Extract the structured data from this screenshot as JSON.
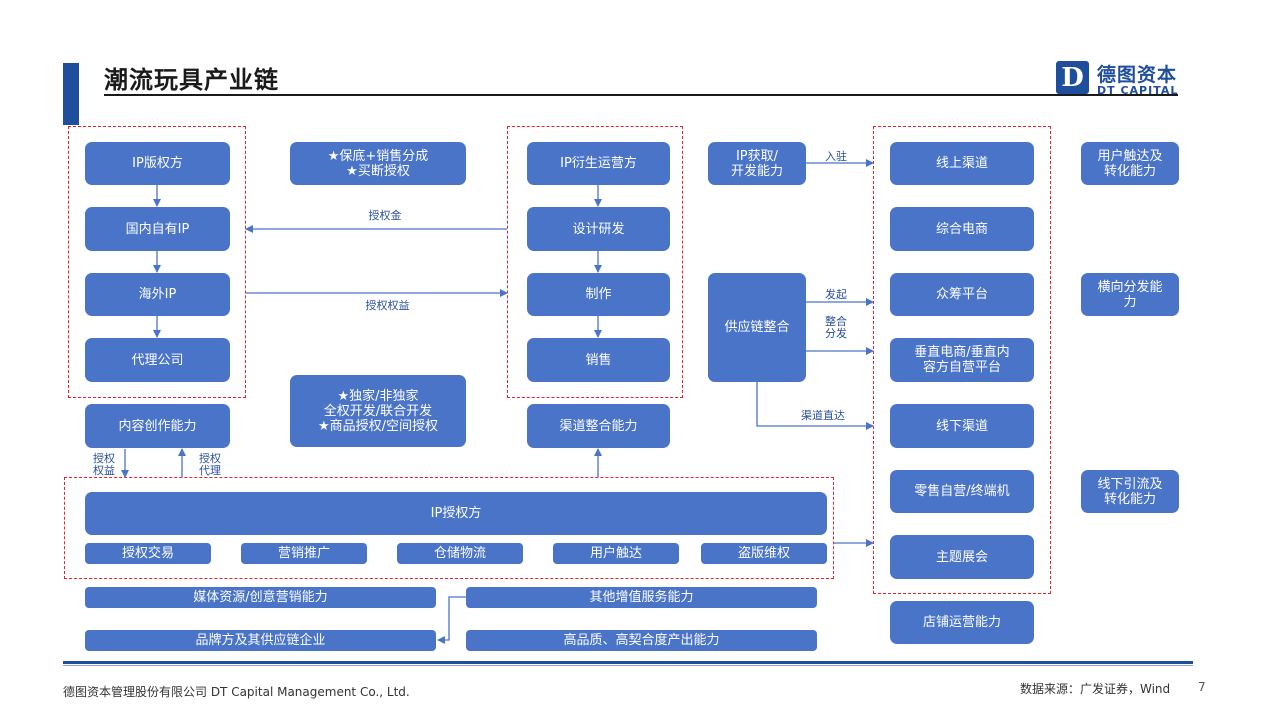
{
  "header": {
    "title": "潮流玩具产业链"
  },
  "logo": {
    "mark": "D",
    "cn": "德图资本",
    "en": "DT CAPITAL"
  },
  "left_col": [
    "IP版权方",
    "国内自有IP",
    "海外IP",
    "代理公司"
  ],
  "left_capability": "内容创作能力",
  "license_top": "★保底+销售分成\n★买断授权",
  "license_bottom": "★独家/非独家\n全权开发/联合开发\n★商品授权/空间授权",
  "mid_col": [
    "IP衍生运营方",
    "设计研发",
    "制作",
    "销售"
  ],
  "mid_capability": "渠道整合能力",
  "ip_acquire": "IP获取/\n开发能力",
  "supply_chain": "供应链整合",
  "channels": [
    "线上渠道",
    "综合电商",
    "众筹平台",
    "垂直电商/垂直内\n容方自营平台",
    "线下渠道",
    "零售自营/终端机",
    "主题展会"
  ],
  "store_capability": "店铺运营能力",
  "right_caps": [
    "用户触达及\n转化能力",
    "横向分发能\n力",
    "线下引流及\n转化能力"
  ],
  "licensor_bar": "IP授权方",
  "licensor_items": [
    "授权交易",
    "营销推广",
    "仓储物流",
    "用户触达",
    "盗版维权"
  ],
  "bottom_left": [
    "媒体资源/创意营销能力",
    "品牌方及其供应链企业"
  ],
  "bottom_right": [
    "其他增值服务能力",
    "高品质、高契合度产出能力"
  ],
  "edge_labels": {
    "license_fee": "授权金",
    "license_rights": "授权权益",
    "settle": "入驻",
    "initiate": "发起",
    "integrate": "整合\n分发",
    "direct": "渠道直达",
    "rights_up": "授权\n权益",
    "rights_proxy": "授权\n代理"
  },
  "footer": {
    "company": "德图资本管理股份有限公司  DT Capital  Management  Co., Ltd.",
    "source": "数据来源：广发证券，Wind",
    "page": "7"
  },
  "colors": {
    "box": "#4a74c8",
    "accent": "#1f4e9c",
    "dash": "#e0262b"
  }
}
